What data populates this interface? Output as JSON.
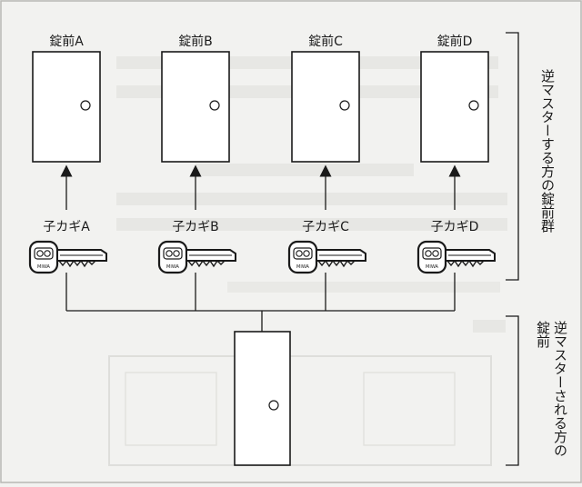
{
  "locks": [
    {
      "label": "錠前A"
    },
    {
      "label": "錠前B"
    },
    {
      "label": "錠前C"
    },
    {
      "label": "錠前D"
    }
  ],
  "keys": [
    {
      "label": "子カギA",
      "brand": "MIWA"
    },
    {
      "label": "子カギB",
      "brand": "MIWA"
    },
    {
      "label": "子カギC",
      "brand": "MIWA"
    },
    {
      "label": "子カギD",
      "brand": "MIWA"
    }
  ],
  "group_label": "逆マスターする方の錠前群",
  "reverse_lock_label_col1": "逆マスターされる方の",
  "reverse_lock_label_col2": "錠前",
  "colors": {
    "line": "#1a1a1a",
    "key_fill": "#ffffff",
    "background": "#f2f2f0"
  },
  "icons": [
    "key-icon",
    "keyhole-icon",
    "arrow-up-icon",
    "arrow-down-icon"
  ]
}
